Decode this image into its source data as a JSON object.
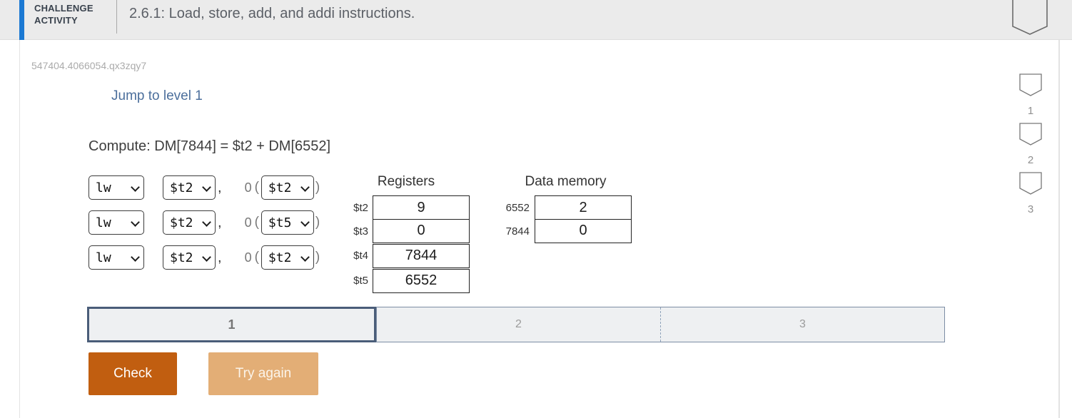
{
  "header": {
    "kicker_line1": "CHALLENGE",
    "kicker_line2": "ACTIVITY",
    "title": "2.6.1: Load, store, add, and addi instructions."
  },
  "activity_id": "547404.4066054.qx3zqy7",
  "jump_link_label": "Jump to level 1",
  "prompt": "Compute: DM[7844] = $t2 + DM[6552]",
  "punctuation": {
    "comma": ",",
    "open_paren": "(",
    "close_paren": ")"
  },
  "instruction_rows": [
    {
      "opcode": "lw",
      "rt": "$t2",
      "offset": "0",
      "base": "$t2"
    },
    {
      "opcode": "lw",
      "rt": "$t2",
      "offset": "0",
      "base": "$t5"
    },
    {
      "opcode": "lw",
      "rt": "$t2",
      "offset": "0",
      "base": "$t2"
    }
  ],
  "registers": {
    "title": "Registers",
    "rows": [
      {
        "name": "$t2",
        "value": "9"
      },
      {
        "name": "$t3",
        "value": "0"
      },
      {
        "name": "$t4",
        "value": "7844"
      },
      {
        "name": "$t5",
        "value": "6552"
      }
    ]
  },
  "data_memory": {
    "title": "Data memory",
    "rows": [
      {
        "address": "6552",
        "value": "2"
      },
      {
        "address": "7844",
        "value": "0"
      }
    ]
  },
  "progress": {
    "segment1": "1",
    "segment2": "2",
    "segment3": "3"
  },
  "buttons": {
    "check": "Check",
    "try_again": "Try again"
  },
  "level_rail": {
    "level1": "1",
    "level2": "2",
    "level3": "3"
  },
  "colors": {
    "accent_blue": "#1b79d3",
    "check_orange": "#c15e10",
    "tryagain_tan": "#e3ae76",
    "progress_active_border": "#4a5d79",
    "header_gray": "#ebebeb"
  }
}
